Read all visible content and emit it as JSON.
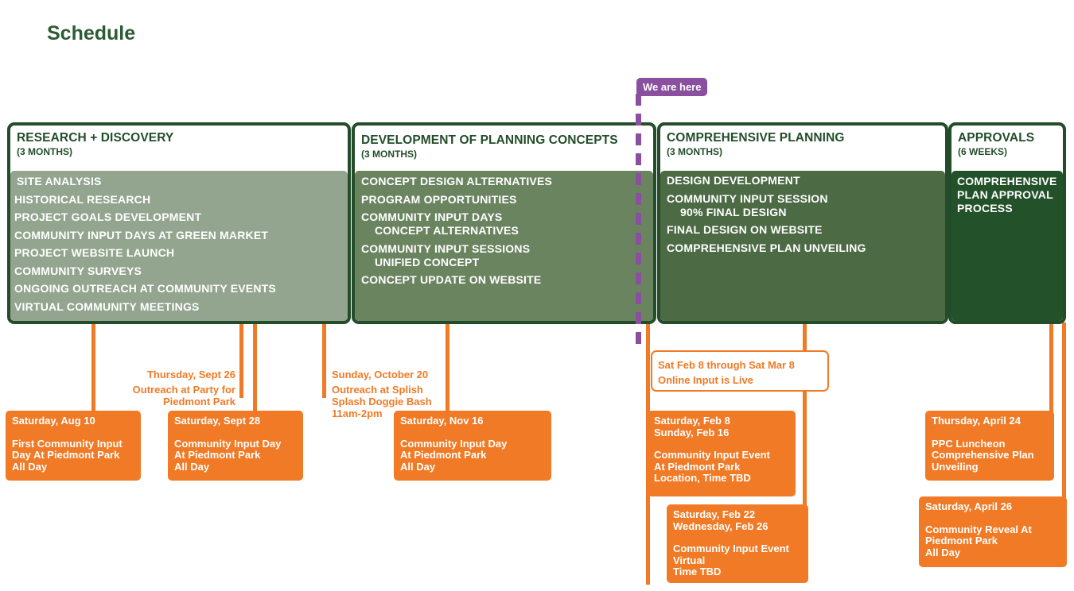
{
  "title": "Schedule",
  "marker": {
    "label": "We are here"
  },
  "phases": [
    {
      "name": "RESEARCH + DISCOVERY",
      "duration": "(3 MONTHS)",
      "tasks": [
        "SITE ANALYSIS",
        "HISTORICAL RESEARCH",
        "PROJECT GOALS DEVELOPMENT",
        "COMMUNITY INPUT DAYS AT GREEN MARKET",
        "PROJECT WEBSITE LAUNCH",
        "COMMUNITY SURVEYS",
        "ONGOING OUTREACH AT COMMUNITY EVENTS",
        "VIRTUAL COMMUNITY MEETINGS"
      ]
    },
    {
      "name": "DEVELOPMENT OF PLANNING CONCEPTS",
      "duration": "(3 MONTHS)",
      "tasks": [
        {
          "main": "CONCEPT DESIGN ALTERNATIVES"
        },
        {
          "main": "PROGRAM OPPORTUNITIES"
        },
        {
          "main": "COMMUNITY INPUT DAYS",
          "sub": "CONCEPT ALTERNATIVES"
        },
        {
          "main": "COMMUNITY INPUT SESSIONS",
          "sub": "UNIFIED CONCEPT"
        },
        {
          "main": "CONCEPT UPDATE ON WEBSITE"
        }
      ]
    },
    {
      "name": "COMPREHENSIVE PLANNING",
      "duration": "(3 MONTHS)",
      "tasks": [
        {
          "main": "DESIGN DEVELOPMENT"
        },
        {
          "main": "COMMUNITY INPUT SESSION",
          "sub": "90% FINAL DESIGN"
        },
        {
          "main": "FINAL DESIGN ON WEBSITE"
        },
        {
          "main": "COMPREHENSIVE PLAN UNVEILING"
        }
      ]
    },
    {
      "name": "APPROVALS",
      "duration": "(6 WEEKS)",
      "tasks": [
        "COMPREHENSIVE",
        "PLAN APPROVAL",
        "PROCESS"
      ]
    }
  ],
  "events": [
    {
      "date": "Saturday, Aug 10",
      "text": "First Community Input\nDay At Piedmont Park\nAll Day"
    },
    {
      "date": "Saturday, Sept 28",
      "text": "Community Input Day\nAt Piedmont Park\nAll Day"
    },
    {
      "date": "Saturday, Nov 16",
      "text": "Community Input Day\nAt Piedmont Park\nAll Day"
    },
    {
      "date": "Saturday, Feb 8\nSunday, Feb 16",
      "text": "Community Input Event\nAt Piedmont Park\nLocation, Time TBD"
    },
    {
      "date": "Saturday, Feb 22\nWednesday, Feb 26",
      "text": "Community Input Event\nVirtual\nTime TBD"
    },
    {
      "date": "Thursday, April 24",
      "text": "PPC Luncheon\nComprehensive Plan\nUnveiling"
    },
    {
      "date": "Saturday, April 26",
      "text": "Community Reveal At\nPiedmont Park\nAll Day"
    }
  ],
  "notes": [
    {
      "date": "Thursday, Sept 26",
      "text": "Outreach at Party for\nPiedmont Park"
    },
    {
      "date": "Sunday, October 20",
      "text": "Outreach at Splish\nSplash Doggie Bash\n11am-2pm"
    }
  ],
  "online": {
    "line1": "Sat Feb 8 through Sat Mar 8",
    "line2": "Online Input is Live"
  },
  "colors": {
    "dark_green": "#234d2a",
    "orange": "#f07a26",
    "purple": "#8a4f9e"
  }
}
